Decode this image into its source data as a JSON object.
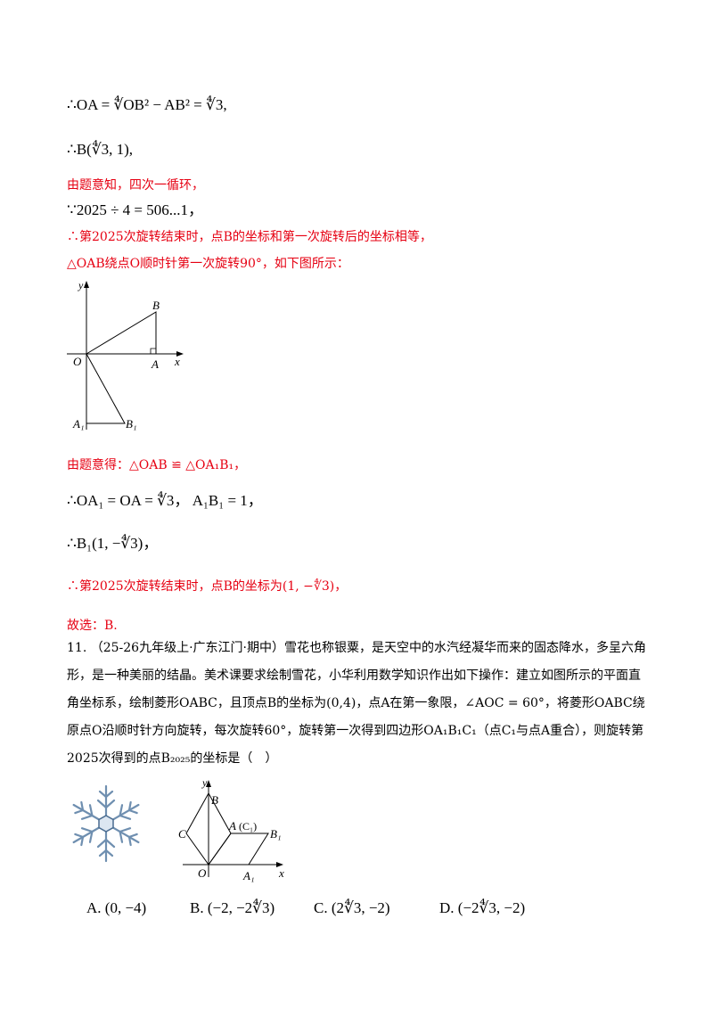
{
  "solution": {
    "line_oa": "∴OA = ∜OB² − AB² = ∜3,",
    "line_b": "∴B(∜3, 1),",
    "line_cycle": "由题意知，四次一循环，",
    "line_div": "∵2025 ÷ 4 = 506...1，",
    "line_same": "∴第2025次旋转结束时，点B的坐标和第一次旋转后的坐标相等，",
    "line_rotate": "△OAB绕点O顺时针第一次旋转90°，如下图所示：",
    "line_congruent": "由题意得：△OAB ≌ △OA₁B₁，",
    "line_lengths": "∴OA₁ = OA = ∜3， A₁B₁ = 1，",
    "line_b1": "∴B₁(1, −∜3)，",
    "line_result": "∴第2025次旋转结束时，点B的坐标为(1, −∜3)，",
    "line_answer": "故选：B."
  },
  "fig1": {
    "y": "y",
    "x": "x",
    "O": "O",
    "A": "A",
    "B": "B",
    "A1": "A₁",
    "B1": "B₁"
  },
  "question": {
    "text": "11. （25-26九年级上·广东江门·期中）雪花也称银粟，是天空中的水汽经凝华而来的固态降水，多呈六角形，是一种美丽的结晶。美术课要求绘制雪花，小华利用数学知识作出如下操作：建立如图所示的平面直角坐标系，绘制菱形OABC，且顶点B的坐标为(0,4)，点A在第一象限，∠AOC = 60°，将菱形OABC绕原点O沿顺时针方向旋转，每次旋转60°，旋转第一次得到四边形OA₁B₁C₁（点C₁与点A重合），则旋转第2025次得到的点B₂₀₂₅的坐标是（　）"
  },
  "fig2": {
    "y": "y",
    "x": "x",
    "O": "O",
    "B": "B",
    "C": "C",
    "A": "A",
    "C1": "(C₁)",
    "B1": "B₁",
    "A1": "A₁"
  },
  "options": {
    "a": "A. (0, −4)",
    "b": "B. (−2, −2∜3)",
    "c": "C. (2∜3, −2)",
    "d": "D. (−2∜3, −2)"
  }
}
